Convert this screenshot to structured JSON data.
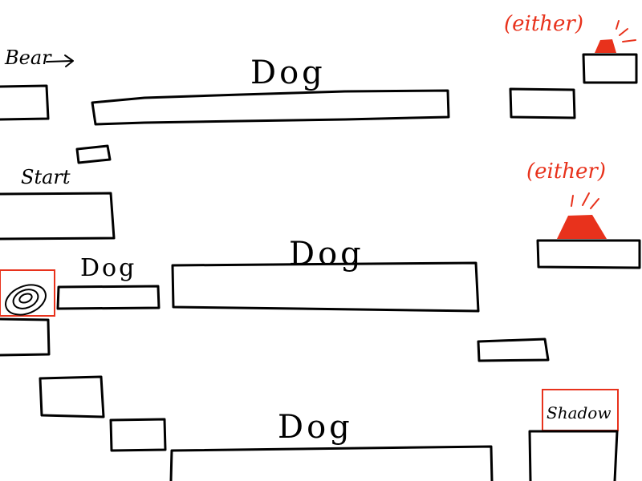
{
  "labels": {
    "bear": "Bear",
    "start": "Start",
    "dog_top": "Dog",
    "dog_middle": "Dog",
    "dog_small": "Dog",
    "dog_bottom": "Dog",
    "either_top": "(either)",
    "either_middle": "(either)",
    "shadow": "Shadow"
  },
  "colors": {
    "ink": "#000000",
    "accent": "#e8321c",
    "button": "#e8321c",
    "background": "#ffffff"
  },
  "icons": {
    "arrow": "arrow-right-icon",
    "portal": "spiral-portal-icon",
    "button": "red-button-icon"
  }
}
